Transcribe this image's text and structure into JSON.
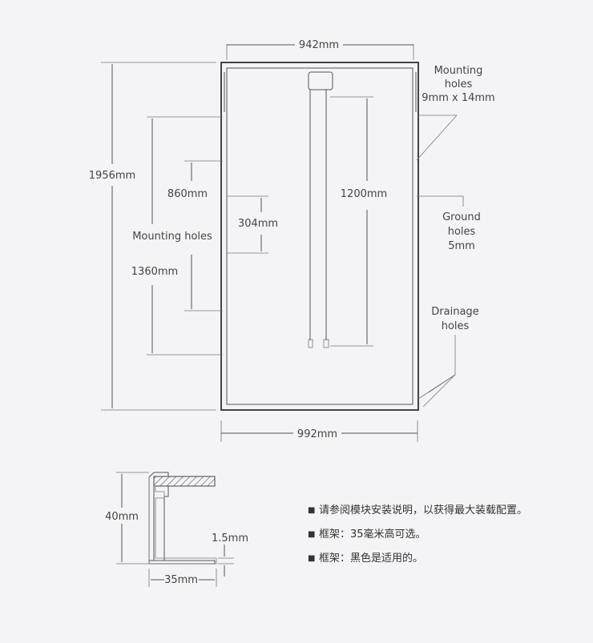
{
  "panel": {
    "top_width": "942mm",
    "bottom_width": "992mm",
    "height": "1956mm",
    "mounting_holes": "Mounting holes",
    "mounting_spacing_outer": "1360mm",
    "mounting_spacing_inner": "860mm",
    "mounting_hole_pitch": "304mm",
    "cable_length": "1200mm",
    "callout_mounting": [
      "Mounting",
      "holes",
      "9mm x 14mm"
    ],
    "callout_ground": [
      "Ground",
      "holes",
      "5mm"
    ],
    "callout_drainage": [
      "Drainage",
      "holes"
    ]
  },
  "frame_section": {
    "height": "40mm",
    "width": "35mm",
    "thickness": "1.5mm"
  },
  "notes": [
    "请参阅模块安装说明，以获得最大装载配置。",
    "框架：35毫米高可选。",
    "框架：黑色是适用的。"
  ]
}
